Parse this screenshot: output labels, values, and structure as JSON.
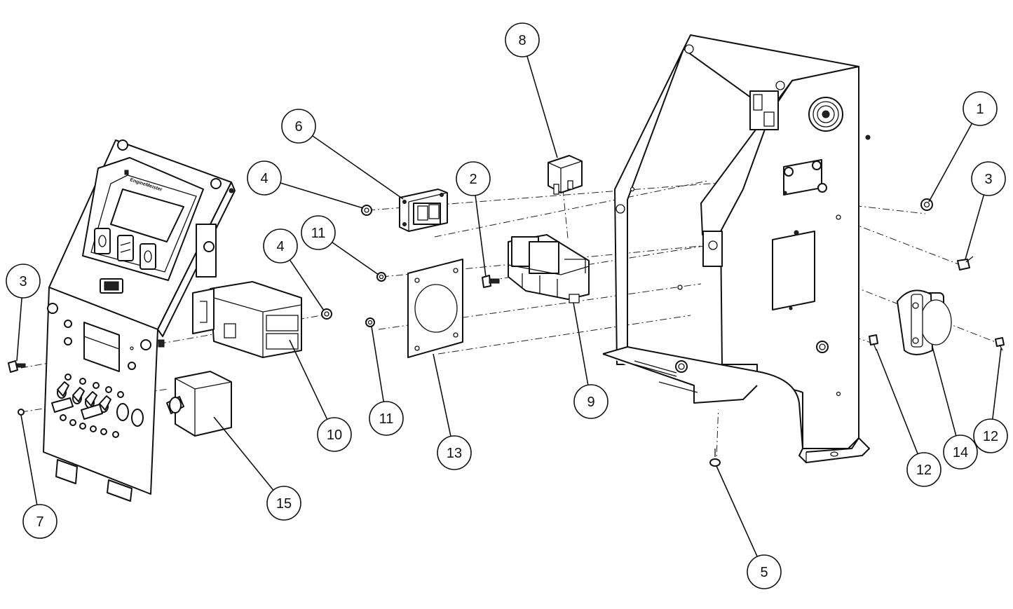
{
  "diagram": {
    "brand_text": "EngineMeister",
    "callouts": [
      {
        "id": "c1",
        "label": "1"
      },
      {
        "id": "c2",
        "label": "2"
      },
      {
        "id": "c3a",
        "label": "3"
      },
      {
        "id": "c3b",
        "label": "3"
      },
      {
        "id": "c4a",
        "label": "4"
      },
      {
        "id": "c4b",
        "label": "4"
      },
      {
        "id": "c5",
        "label": "5"
      },
      {
        "id": "c6",
        "label": "6"
      },
      {
        "id": "c7",
        "label": "7"
      },
      {
        "id": "c8",
        "label": "8"
      },
      {
        "id": "c9",
        "label": "9"
      },
      {
        "id": "c10",
        "label": "10"
      },
      {
        "id": "c11a",
        "label": "11"
      },
      {
        "id": "c11b",
        "label": "11"
      },
      {
        "id": "c12a",
        "label": "12"
      },
      {
        "id": "c12b",
        "label": "12"
      },
      {
        "id": "c13",
        "label": "13"
      },
      {
        "id": "c14",
        "label": "14"
      },
      {
        "id": "c15",
        "label": "15"
      }
    ]
  }
}
